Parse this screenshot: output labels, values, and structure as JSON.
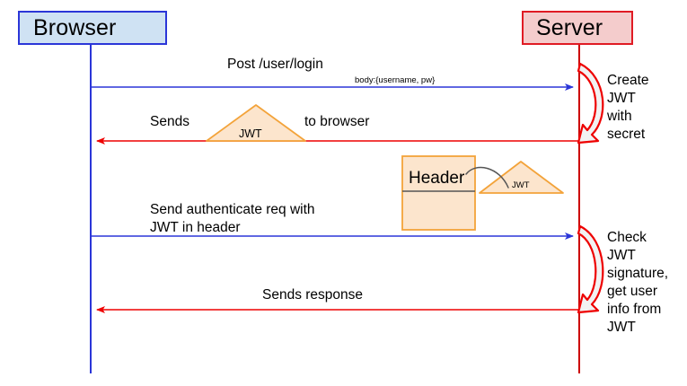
{
  "diagram": {
    "title": "JWT authentication sequence diagram",
    "colors": {
      "browser_fill": "#cfe2f3",
      "browser_stroke": "#2b36d8",
      "server_fill": "#f4cccc",
      "server_stroke": "#e01b24",
      "browser_lifeline": "#2b36d8",
      "server_lifeline": "#cc0000",
      "request_arrow": "#2b36d8",
      "response_arrow": "#ee0000",
      "token_fill": "#fce5cd",
      "token_stroke": "#f3a33a",
      "connector": "#555555",
      "background": "#ffffff"
    },
    "actors": [
      {
        "id": "browser",
        "label": "Browser",
        "side": "left"
      },
      {
        "id": "server",
        "label": "Server",
        "side": "right"
      }
    ],
    "messages": [
      {
        "id": "msg-post-login",
        "label": "Post /user/login",
        "sublabel": "body:{username, pw}",
        "direction": "browser-to-server",
        "arrow_color": "#2b36d8"
      },
      {
        "id": "msg-sends-jwt",
        "label_before": "Sends",
        "label_after": "to browser",
        "token": "JWT",
        "direction": "server-to-browser",
        "arrow_color": "#ee0000"
      },
      {
        "id": "msg-authenticate",
        "label_line1": "Send authenticate req with",
        "label_line2": "JWT in header",
        "direction": "browser-to-server",
        "arrow_color": "#2b36d8"
      },
      {
        "id": "msg-sends-response",
        "label": "Sends response",
        "direction": "server-to-browser",
        "arrow_color": "#ee0000"
      }
    ],
    "self_notes": [
      {
        "id": "note-create-jwt",
        "lines": [
          "Create",
          "JWT",
          "with",
          "secret"
        ],
        "arrow": "self-loop-red"
      },
      {
        "id": "note-check-jwt",
        "lines": [
          "Check",
          "JWT",
          "signature,",
          "get user",
          "info from",
          "JWT"
        ],
        "arrow": "self-loop-red"
      }
    ],
    "header_artifact": {
      "id": "header-box",
      "label": "Header",
      "token_label": "JWT",
      "connector": "curved-line"
    }
  }
}
